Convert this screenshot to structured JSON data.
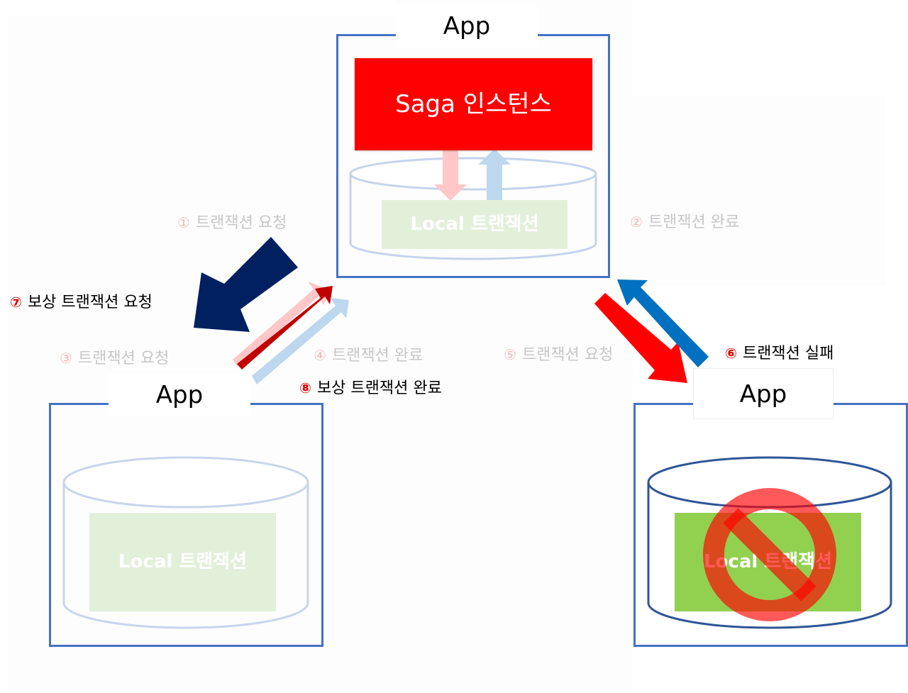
{
  "nodes": {
    "top_app": {
      "title": "App",
      "saga_label": "Saga 인스턴스",
      "local_label": "Local 트랜잭션"
    },
    "left_app": {
      "title": "App",
      "local_label": "Local 트랜잭션"
    },
    "right_app": {
      "title": "App",
      "local_label": "Local 트랜잭션",
      "status_icon": "prohibited-icon"
    }
  },
  "steps": [
    {
      "num": "①",
      "text": "트랜잭션 요청"
    },
    {
      "num": "②",
      "text": "트랜잭션 완료"
    },
    {
      "num": "③",
      "text": "트랜잭션 요청"
    },
    {
      "num": "④",
      "text": "트랜잭션 완료"
    },
    {
      "num": "⑤",
      "text": "트랜잭션 요청"
    },
    {
      "num": "⑥",
      "text": "트랜잭션 실패"
    },
    {
      "num": "⑦",
      "text": "보상 트랜잭션 요청"
    },
    {
      "num": "⑧",
      "text": "보상 트랜잭션 완료"
    }
  ],
  "colors": {
    "app_border": "#4472c4",
    "saga": "#ff0000",
    "request_arrow": "#ff0000",
    "complete_arrow": "#0070c0",
    "compensate_request_arrow": "#002060",
    "compensate_complete_arrow": "#c00000",
    "local_green": "#92d050"
  }
}
